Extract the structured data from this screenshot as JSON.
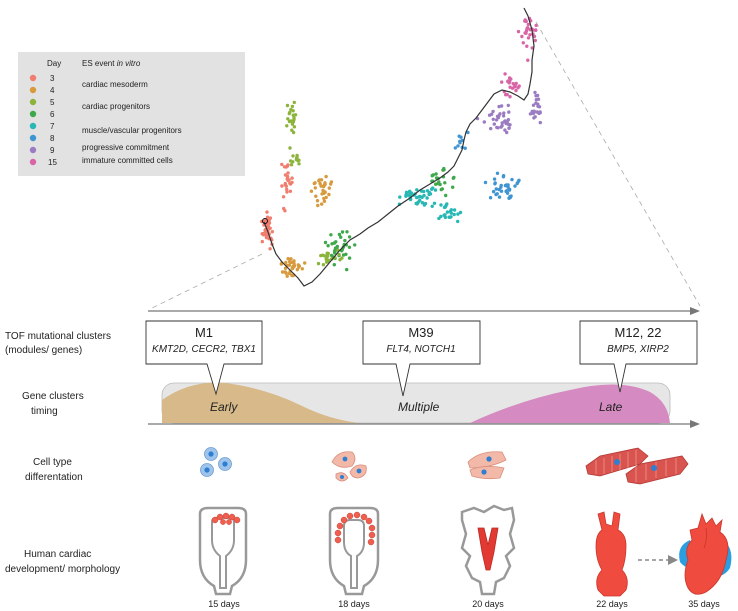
{
  "legend": {
    "header_day": "Day",
    "header_event": "ES event",
    "header_event_italic": "in vitro",
    "days": [
      {
        "day": "3",
        "color": "#f07d6e"
      },
      {
        "day": "4",
        "color": "#d79a3c"
      },
      {
        "day": "5",
        "color": "#8cb43a"
      },
      {
        "day": "6",
        "color": "#3ea84a"
      },
      {
        "day": "7",
        "color": "#27b7b4"
      },
      {
        "day": "8",
        "color": "#3f94d2"
      },
      {
        "day": "9",
        "color": "#9b7cc2"
      },
      {
        "day": "15",
        "color": "#d865a6"
      }
    ],
    "events": [
      "cardiac mesoderm",
      "cardiac progenitors",
      "muscle/vascular progenitors",
      "progressive commitment",
      "immature committed cells"
    ]
  },
  "row_labels": {
    "tof_line1": "TOF mutational clusters",
    "tof_line2": "(modules/ genes)",
    "gene_line1": "Gene clusters",
    "gene_line2": "timing",
    "cell_line1": "Cell type",
    "cell_line2": "differentation",
    "human_line1": "Human cardiac",
    "human_line2": "development/ morphology"
  },
  "modules": [
    {
      "title": "M1",
      "genes": "KMT2D, CECR2, TBX1"
    },
    {
      "title": "M39",
      "genes": "FLT4, NOTCH1"
    },
    {
      "title": "M12, 22",
      "genes": "BMP5, XIRP2"
    }
  ],
  "timing": {
    "early": "Early",
    "multiple": "Multiple",
    "late": "Late"
  },
  "days": [
    "15 days",
    "18 days",
    "20 days",
    "22 days",
    "35 days"
  ],
  "colors": {
    "early_fill": "#d7b98a",
    "late_fill": "#d58bc1",
    "band_fill": "#e6e6e6",
    "legend_bg": "#e2e2e2",
    "heart_red": "#ef4b3f",
    "cell_blue": "#9fc4ec",
    "cell_pink": "#f3b9a8",
    "nucleus_blue": "#2f7ed0",
    "trajectory": "#333333"
  }
}
